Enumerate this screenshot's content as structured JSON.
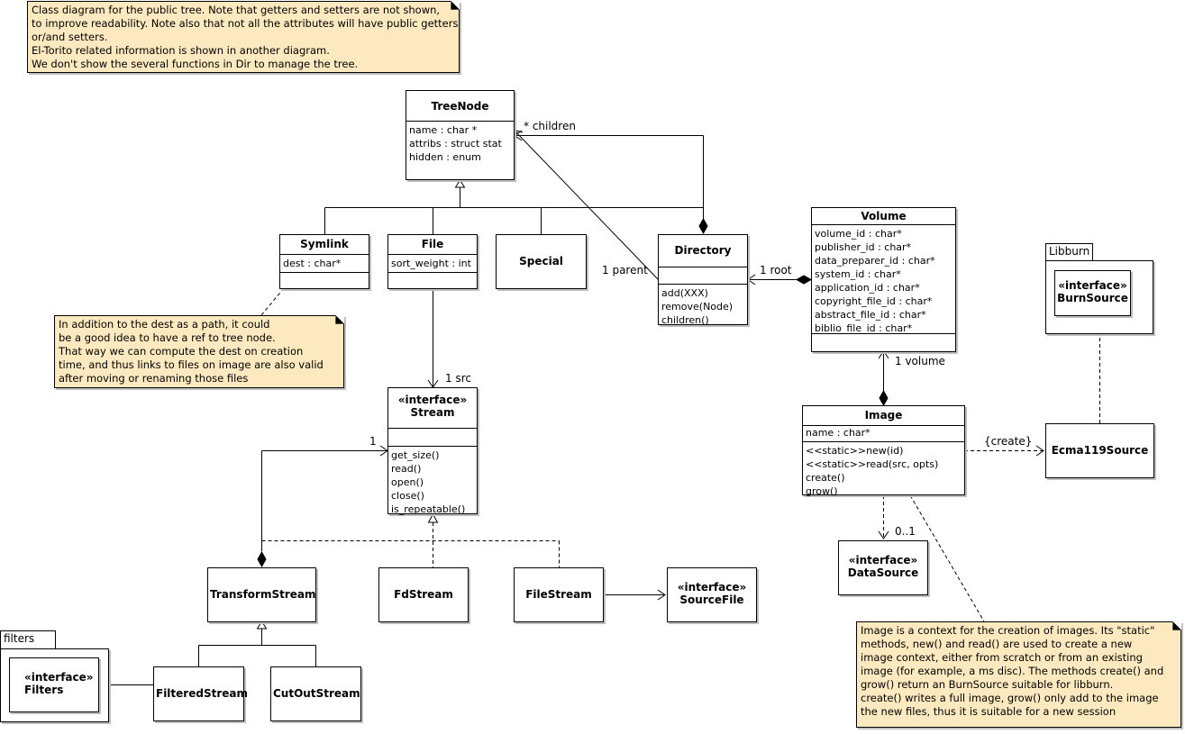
{
  "notes": {
    "top": [
      "Class diagram for the public tree. Note that getters and setters are not shown,",
      "to improve readability. Note also that not all the attributes will have public getters",
      "or/and setters.",
      "El-Torito related information is shown in another diagram.",
      "We don't show the several functions in Dir to manage the tree."
    ],
    "symlink": [
      "In addition to the dest as a path, it could",
      "be a good idea to have a ref to tree node.",
      "That way we can compute the dest on creation",
      "time, and thus links to files on image are also valid",
      "after moving or renaming those files"
    ],
    "image": [
      "Image is a context for the creation of images. Its \"static\"",
      "methods, new() and read() are used to create a new",
      "image context, either from scratch or from an existing",
      "image (for example, a ms disc). The methods create() and",
      "grow() return an BurnSource suitable for libburn.",
      "create() writes a full image, grow() only add to the image",
      "the new files, thus it is suitable for a new session"
    ]
  },
  "classes": {
    "treenode": {
      "name": "TreeNode",
      "attrs": [
        "name : char *",
        "attribs : struct stat",
        "hidden : enum"
      ]
    },
    "symlink": {
      "name": "Symlink",
      "attrs": [
        "dest : char*"
      ]
    },
    "file": {
      "name": "File",
      "attrs": [
        "sort_weight : int"
      ]
    },
    "special": {
      "name": "Special"
    },
    "directory": {
      "name": "Directory",
      "ops": [
        "add(XXX)",
        "remove(Node)",
        "children()"
      ]
    },
    "volume": {
      "name": "Volume",
      "attrs": [
        "volume_id : char*",
        "publisher_id : char*",
        "data_preparer_id : char*",
        "system_id : char*",
        "application_id : char*",
        "copyright_file_id : char*",
        "abstract_file_id : char*",
        "biblio_file_id : char*"
      ]
    },
    "stream": {
      "stereotype": "«interface»",
      "name": "Stream",
      "ops": [
        "get_size()",
        "read()",
        "open()",
        "close()",
        "is_repeatable()"
      ]
    },
    "image": {
      "name": "Image",
      "attrs": [
        "name : char*"
      ],
      "ops": [
        "<<static>>new(id)",
        "<<static>>read(src, opts)",
        "create()",
        "grow()"
      ]
    },
    "burnsource": {
      "stereotype": "«interface»",
      "name": "BurnSource"
    },
    "ecma119source": {
      "name": "Ecma119Source"
    },
    "datasource": {
      "stereotype": "«interface»",
      "name": "DataSource"
    },
    "transformstream": {
      "name": "TransformStream"
    },
    "fdstream": {
      "name": "FdStream"
    },
    "filestream": {
      "name": "FileStream"
    },
    "sourcefile": {
      "stereotype": "«interface»",
      "name": "SourceFile"
    },
    "filters": {
      "stereotype": "«interface»",
      "name": "Filters"
    },
    "filteredstream": {
      "name": "FilteredStream"
    },
    "cutoutstream": {
      "name": "CutOutStream"
    }
  },
  "packages": {
    "libburn": "Libburn",
    "filters": "filters"
  },
  "labels": {
    "children": "* children",
    "parent": "1 parent",
    "root": "1 root",
    "volume": "1 volume",
    "src": "1 src",
    "one": "1",
    "create": "{create}",
    "zero_one": "0..1"
  }
}
